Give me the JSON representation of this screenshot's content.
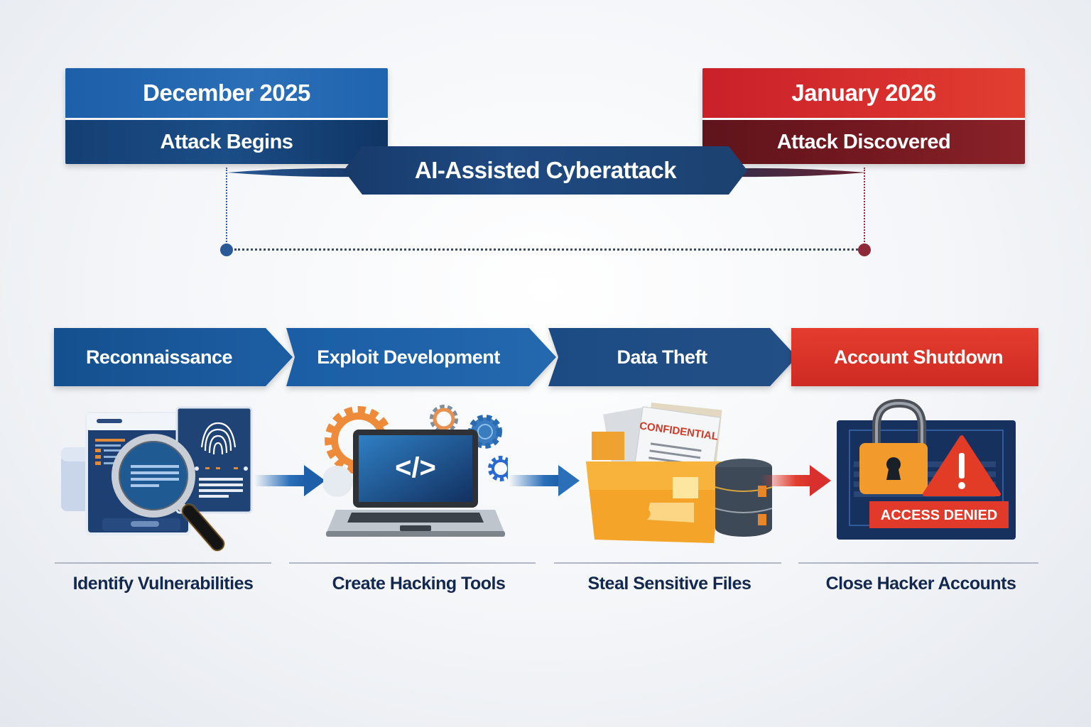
{
  "timeline": {
    "start": {
      "date": "December 2025",
      "label": "Attack Begins",
      "color": "#1f64ae",
      "dark_color": "#143f74"
    },
    "end": {
      "date": "January 2026",
      "label": "Attack Discovered",
      "color": "#d9302e",
      "dark_color": "#731820"
    },
    "title": "AI-Assisted Cyberattack"
  },
  "phases": [
    {
      "title": "Reconnaissance",
      "caption": "Identify Vulnerabilities",
      "icon": "magnifier-fingerprint-icon",
      "color": "#1d5ea3"
    },
    {
      "title": "Exploit Development",
      "caption": "Create Hacking Tools",
      "icon": "laptop-code-gears-icon",
      "color": "#2468ae"
    },
    {
      "title": "Data Theft",
      "caption": "Steal Sensitive Files",
      "icon": "folder-database-icon",
      "color": "#234f86"
    },
    {
      "title": "Account Shutdown",
      "caption": "Close Hacker Accounts",
      "icon": "lock-warning-icon",
      "color": "#e43d2e"
    }
  ],
  "illustrations": {
    "confidential_label": "CONFIDENTIAL",
    "access_denied_label": "ACCESS DENIED",
    "code_glyph": "</>"
  }
}
